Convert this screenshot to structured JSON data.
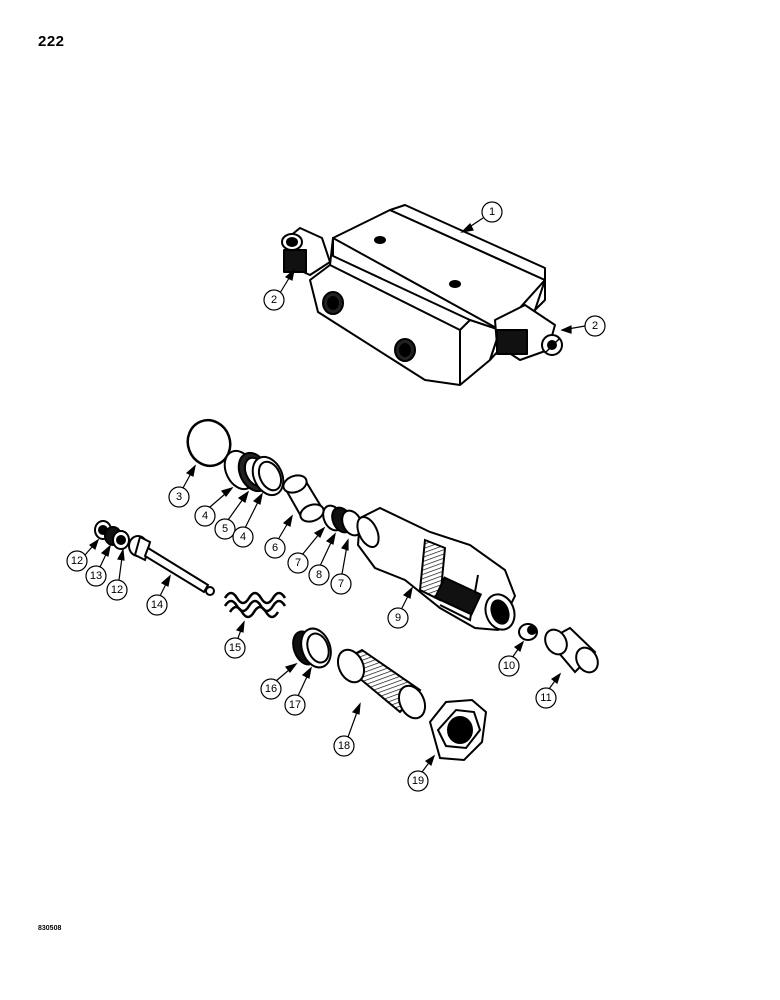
{
  "page": {
    "number": "222",
    "figure_code": "830508"
  },
  "callouts": {
    "c1": "1",
    "c2a": "2",
    "c2b": "2",
    "c3": "3",
    "c4a": "4",
    "c4b": "4",
    "c5": "5",
    "c6": "6",
    "c7a": "7",
    "c7b": "7",
    "c8": "8",
    "c9": "9",
    "c10": "10",
    "c11": "11",
    "c12a": "12",
    "c12b": "12",
    "c13": "13",
    "c14": "14",
    "c15": "15",
    "c16": "16",
    "c17": "17",
    "c18": "18",
    "c19": "19"
  }
}
